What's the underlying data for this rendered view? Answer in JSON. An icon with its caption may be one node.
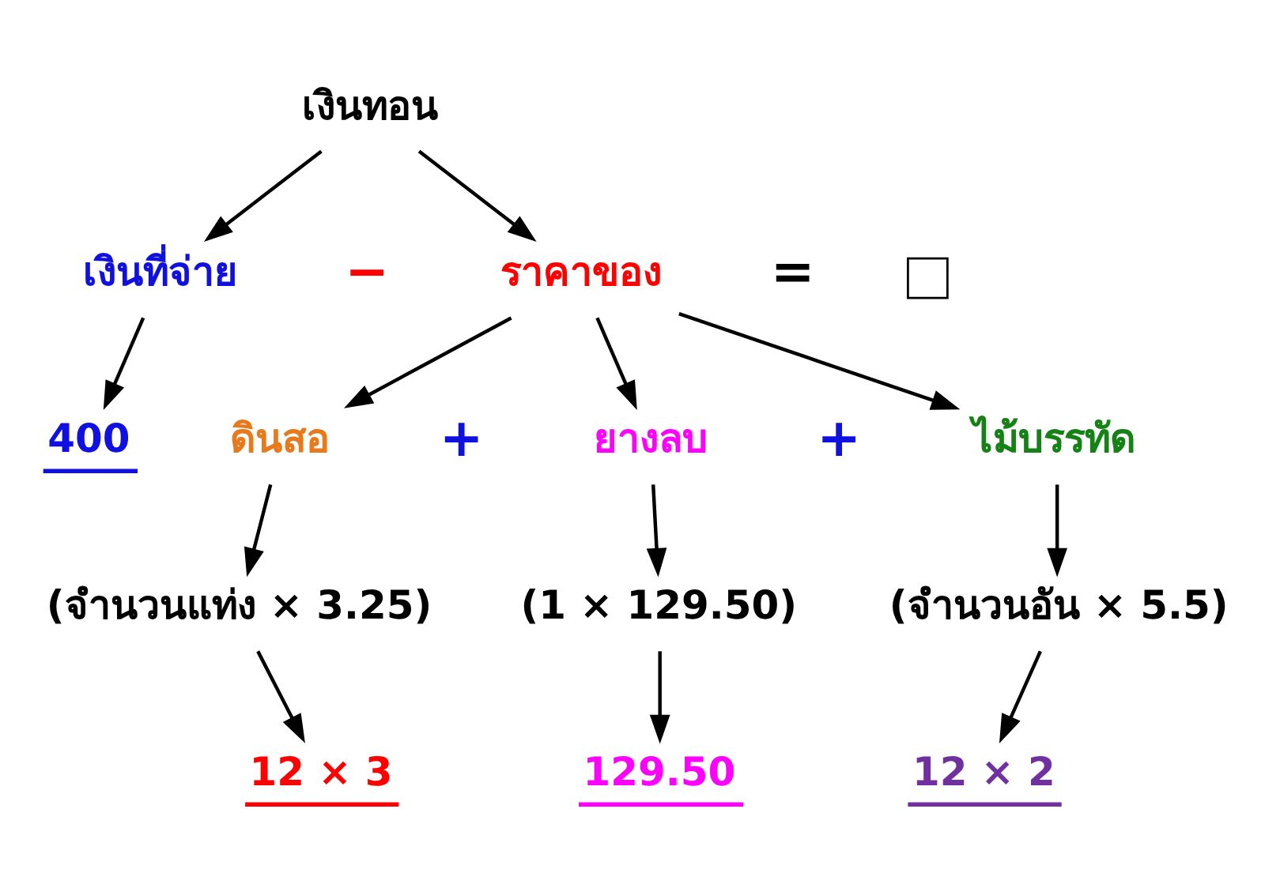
{
  "diagram": {
    "nodes": [
      {
        "text": [
          "เงินทอน"
        ]
      },
      {
        "text": [
          "เงินที่จ่าย"
        ]
      },
      {
        "text": [
          "ราคาของ"
        ]
      },
      {
        "text": [],
        "shape": "box"
      },
      {
        "text": [
          "400"
        ]
      },
      {
        "text": [
          "ดินสอ"
        ]
      },
      {
        "text": [
          "ยางลบ"
        ]
      },
      {
        "text": [
          "ไม้บรรทัด"
        ]
      },
      {
        "text": [
          "(จำนวนแท่ง × 3.25)"
        ]
      },
      {
        "text": [
          "(1 × 129.50)"
        ]
      },
      {
        "text": [
          "(จำนวนอัน × 5.5)"
        ]
      },
      {
        "text": [
          "12 × 3"
        ]
      },
      {
        "text": [
          "129.50"
        ]
      },
      {
        "text": [
          "12 × 2"
        ]
      }
    ],
    "edges": [
      {
        "from": 0,
        "to": 1,
        "arrow": "to"
      },
      {
        "from": 0,
        "to": 2,
        "arrow": "to"
      },
      {
        "from": 1,
        "to": 4,
        "arrow": "to"
      },
      {
        "from": 2,
        "to": 5,
        "arrow": "to"
      },
      {
        "from": 2,
        "to": 6,
        "arrow": "to"
      },
      {
        "from": 2,
        "to": 7,
        "arrow": "to"
      },
      {
        "from": 5,
        "to": 8,
        "arrow": "to"
      },
      {
        "from": 6,
        "to": 9,
        "arrow": "to"
      },
      {
        "from": 7,
        "to": 10,
        "arrow": "to"
      },
      {
        "from": 8,
        "to": 11,
        "arrow": "to"
      },
      {
        "from": 9,
        "to": 12,
        "arrow": "to"
      },
      {
        "from": 10,
        "to": 13,
        "arrow": "to"
      }
    ],
    "labels": [
      "−",
      "=",
      "+",
      "+"
    ]
  }
}
